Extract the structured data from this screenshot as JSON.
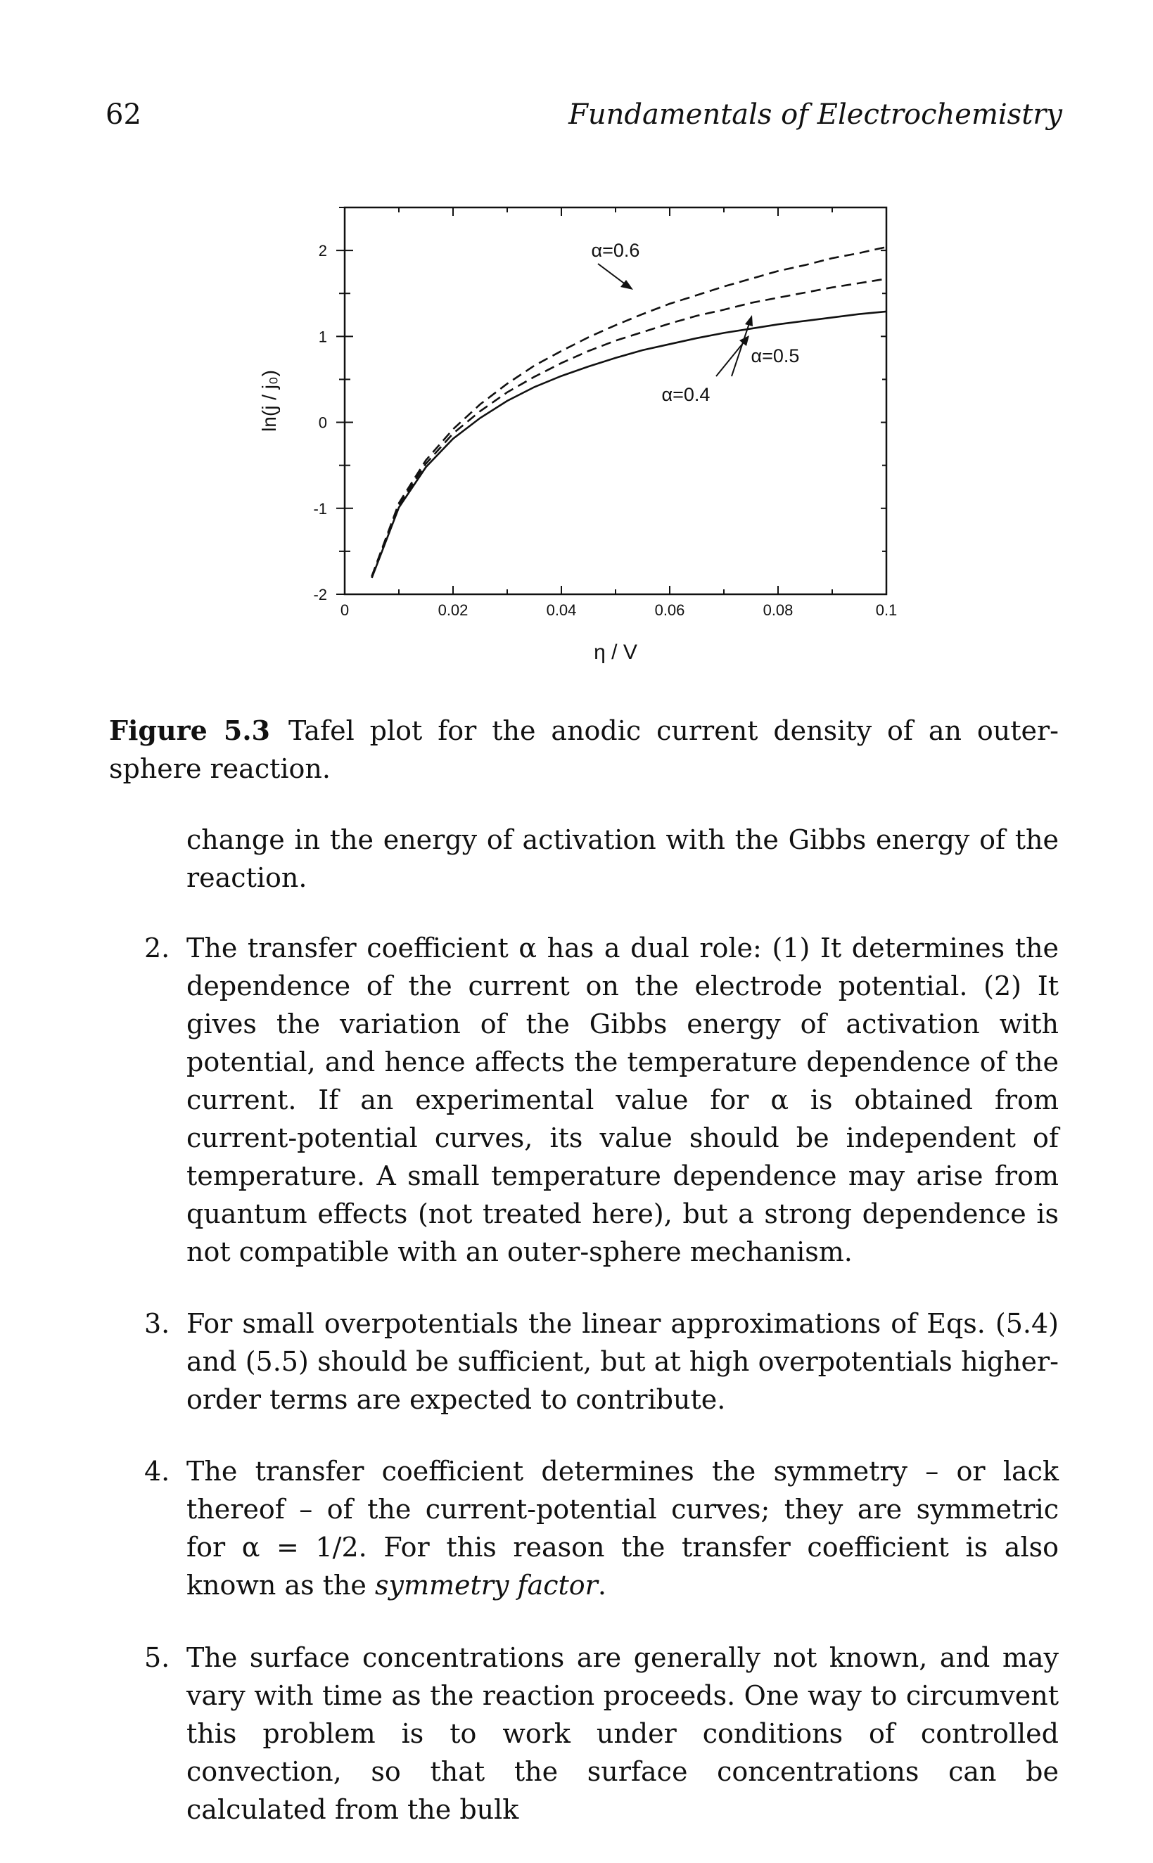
{
  "header": {
    "page_number": "62",
    "running_title": "Fundamentals of Electrochemistry"
  },
  "figure": {
    "label": "Figure 5.3",
    "caption": "Tafel plot for the anodic current density of an outer-sphere reaction."
  },
  "chart_data": {
    "type": "line",
    "xlabel": "η / V",
    "ylabel": "ln(j / j₀)",
    "xlim": [
      0,
      0.1
    ],
    "ylim": [
      -2,
      2.5
    ],
    "x_ticks": [
      "0",
      "0.02",
      "0.04",
      "0.06",
      "0.08",
      "0.1"
    ],
    "y_ticks": [
      "-2",
      "-1",
      "0",
      "1",
      "2"
    ],
    "grid": false,
    "x": [
      0.005,
      0.01,
      0.015,
      0.02,
      0.025,
      0.03,
      0.035,
      0.04,
      0.045,
      0.05,
      0.055,
      0.06,
      0.065,
      0.07,
      0.075,
      0.08,
      0.085,
      0.09,
      0.095,
      0.1
    ],
    "series": [
      {
        "name": "α=0.4",
        "values": [
          -1.81,
          -0.99,
          -0.52,
          -0.19,
          0.05,
          0.25,
          0.41,
          0.54,
          0.65,
          0.75,
          0.84,
          0.91,
          0.98,
          1.04,
          1.09,
          1.14,
          1.18,
          1.22,
          1.26,
          1.29
        ]
      },
      {
        "name": "α=0.5",
        "values": [
          -1.8,
          -0.96,
          -0.48,
          -0.13,
          0.13,
          0.35,
          0.53,
          0.69,
          0.83,
          0.95,
          1.05,
          1.15,
          1.24,
          1.31,
          1.39,
          1.45,
          1.51,
          1.57,
          1.62,
          1.67
        ]
      },
      {
        "name": "α=0.6",
        "values": [
          -1.79,
          -0.94,
          -0.44,
          -0.08,
          0.21,
          0.45,
          0.66,
          0.83,
          0.99,
          1.13,
          1.26,
          1.38,
          1.48,
          1.58,
          1.67,
          1.76,
          1.83,
          1.91,
          1.97,
          2.04
        ]
      }
    ],
    "annotations": [
      "α=0.6",
      "α=0.5",
      "α=0.4"
    ]
  },
  "body": {
    "continuation": "change in the energy of activation with the Gibbs energy of the reaction.",
    "items": [
      {
        "num": "2.",
        "text": "The transfer coefficient α has a dual role: (1) It determines the dependence of the current on the electrode potential. (2) It gives the variation of the Gibbs energy of activation with potential, and hence affects the temperature dependence of the current. If an experimental value for α is obtained from current-potential curves, its value should be independent of temperature. A small temperature dependence may arise from quantum effects (not treated here), but a strong dependence is not compatible with an outer-sphere mechanism."
      },
      {
        "num": "3.",
        "text": "For small overpotentials the linear approximations of Eqs. (5.4) and (5.5) should be sufficient, but at high overpotentials higher-order terms are expected to contribute."
      },
      {
        "num": "4.",
        "text_before": "The transfer coefficient determines the symmetry – or lack thereof – of the current-potential curves; they are symmetric for α = 1/2. For this reason the transfer coefficient is also known as the ",
        "emphasis": "symmetry factor",
        "text_after": "."
      },
      {
        "num": "5.",
        "text": "The surface concentrations are generally not known, and may vary with time as the reaction proceeds. One way to circumvent this problem is to work under conditions of controlled convection, so that the surface concentrations can be calculated from the bulk"
      }
    ]
  }
}
